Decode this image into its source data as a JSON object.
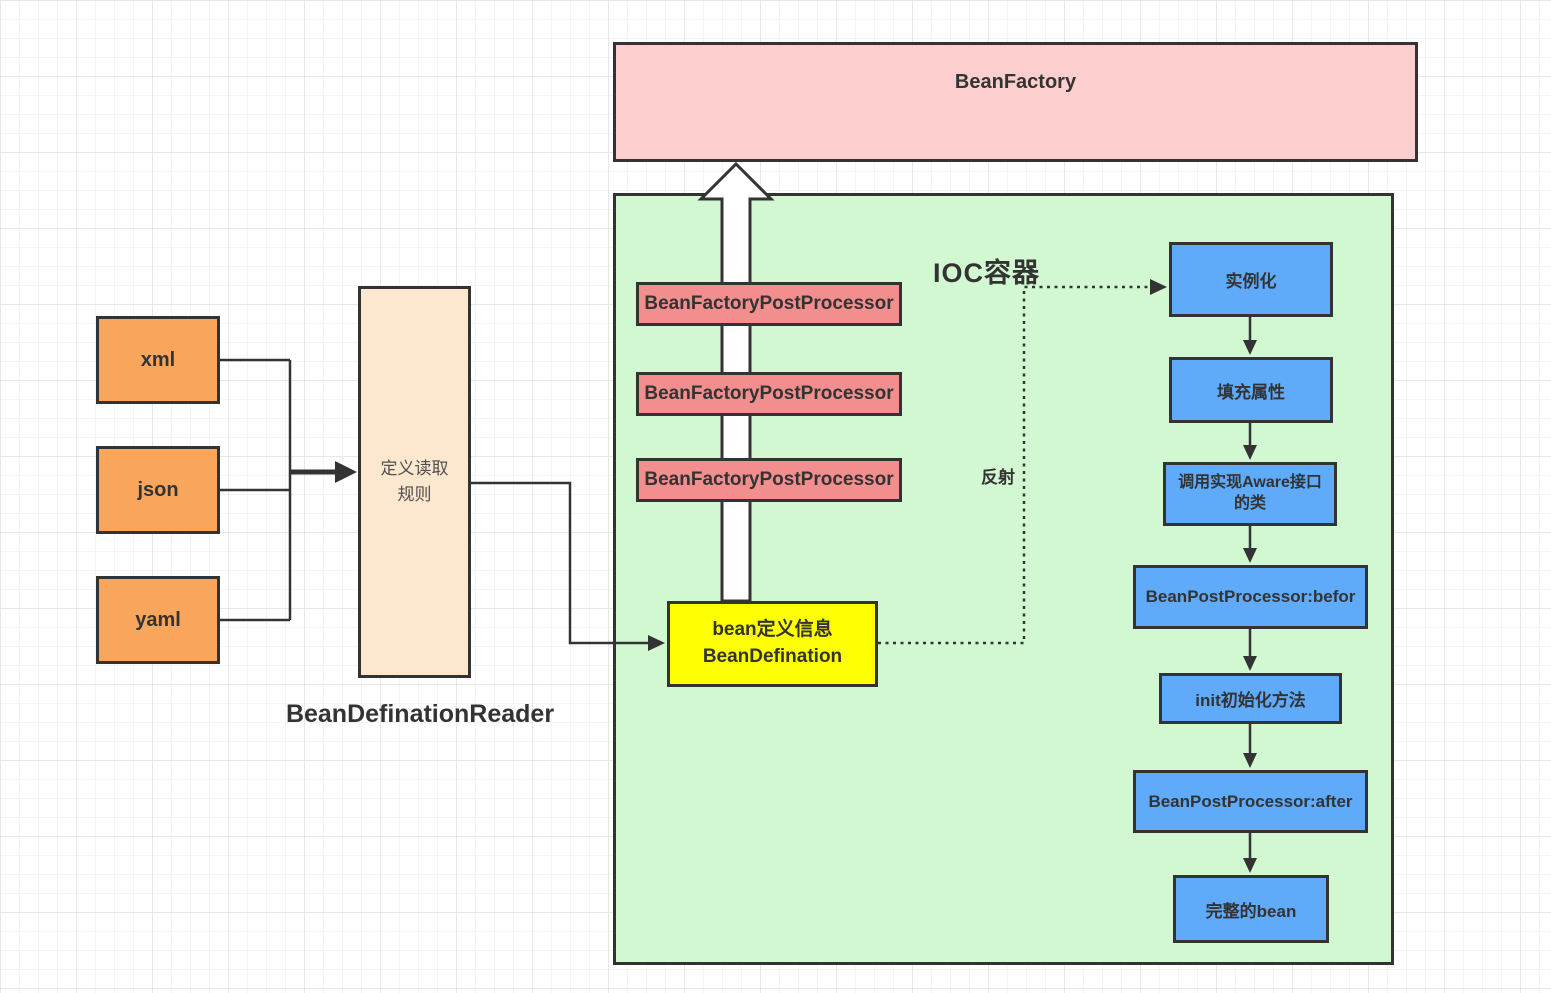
{
  "diagram": {
    "bean_factory_label": "BeanFactory",
    "ioc_container_label": "IOC容器",
    "reflection_label": "反射",
    "sources": [
      "xml",
      "json",
      "yaml"
    ],
    "reader_label": "定义读取规则",
    "reader_caption": "BeanDefinationReader",
    "post_processors": [
      "BeanFactoryPostProcessor",
      "BeanFactoryPostProcessor",
      "BeanFactoryPostProcessor"
    ],
    "bean_definition": {
      "line1": "bean定义信息",
      "line2": "BeanDefination"
    },
    "lifecycle": [
      "实例化",
      "填充属性",
      "调用实现Aware接口的类",
      "BeanPostProcessor:befor",
      "init初始化方法",
      "BeanPostProcessor:after",
      "完整的bean"
    ],
    "colors": {
      "bean_factory_fill": "#fccfce",
      "container_fill": "#d2f8d2",
      "post_processor_fill": "#f28e8e",
      "bean_definition_fill": "#fdff00",
      "lifecycle_fill": "#5fabfa",
      "source_fill": "#f9a65c",
      "reader_fill": "#fde7cf",
      "border": "#333333",
      "arrow_fill": "#ffffff"
    }
  }
}
